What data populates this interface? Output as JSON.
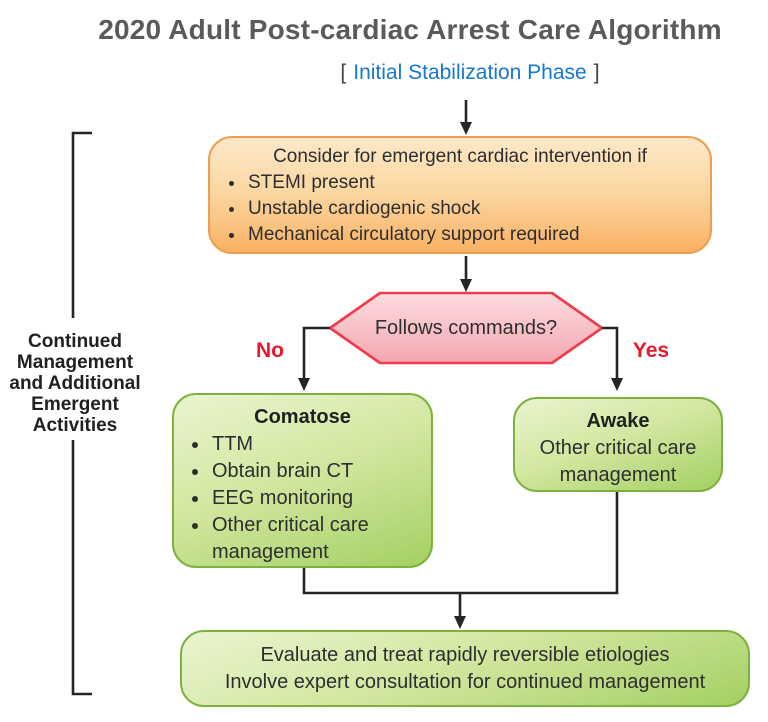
{
  "title": "2020 Adult Post-cardiac Arrest Care Algorithm",
  "phase": {
    "open_bracket": "[",
    "text": "Initial Stabilization Phase",
    "close_bracket": "]"
  },
  "intervention_box": {
    "heading": "Consider for emergent cardiac intervention if",
    "bullets": [
      "STEMI present",
      "Unstable cardiogenic shock",
      "Mechanical circulatory support required"
    ]
  },
  "decision": {
    "question": "Follows commands?",
    "no_label": "No",
    "yes_label": "Yes"
  },
  "comatose_box": {
    "title": "Comatose",
    "bullets": [
      "TTM",
      "Obtain brain CT",
      "EEG monitoring",
      "Other critical care management"
    ]
  },
  "awake_box": {
    "title": "Awake",
    "body": "Other critical care management"
  },
  "evaluate_box": {
    "line1": "Evaluate and treat rapidly reversible etiologies",
    "line2": "Involve expert consultation for continued management"
  },
  "side_label": {
    "lines": [
      "Continued",
      "Management",
      "and Additional",
      "Emergent",
      "Activities"
    ]
  },
  "colors": {
    "title_gray": "#595a5c",
    "phase_blue": "#1478d2",
    "bracket_gray": "#3f4449",
    "body_text": "#2c2e30",
    "red_label": "#e9182c",
    "orange_border": "#ef9d50",
    "orange_fill_top": "#fde8c8",
    "orange_fill_bottom": "#f9b164",
    "green_border": "#7db23e",
    "green_fill_top": "#eaf4d0",
    "green_fill_bottom": "#a4d063",
    "hex_border": "#ee3b4d",
    "hex_fill_top": "#fcdcdf",
    "hex_fill_bottom": "#f4a7af",
    "line_color": "#262424"
  }
}
